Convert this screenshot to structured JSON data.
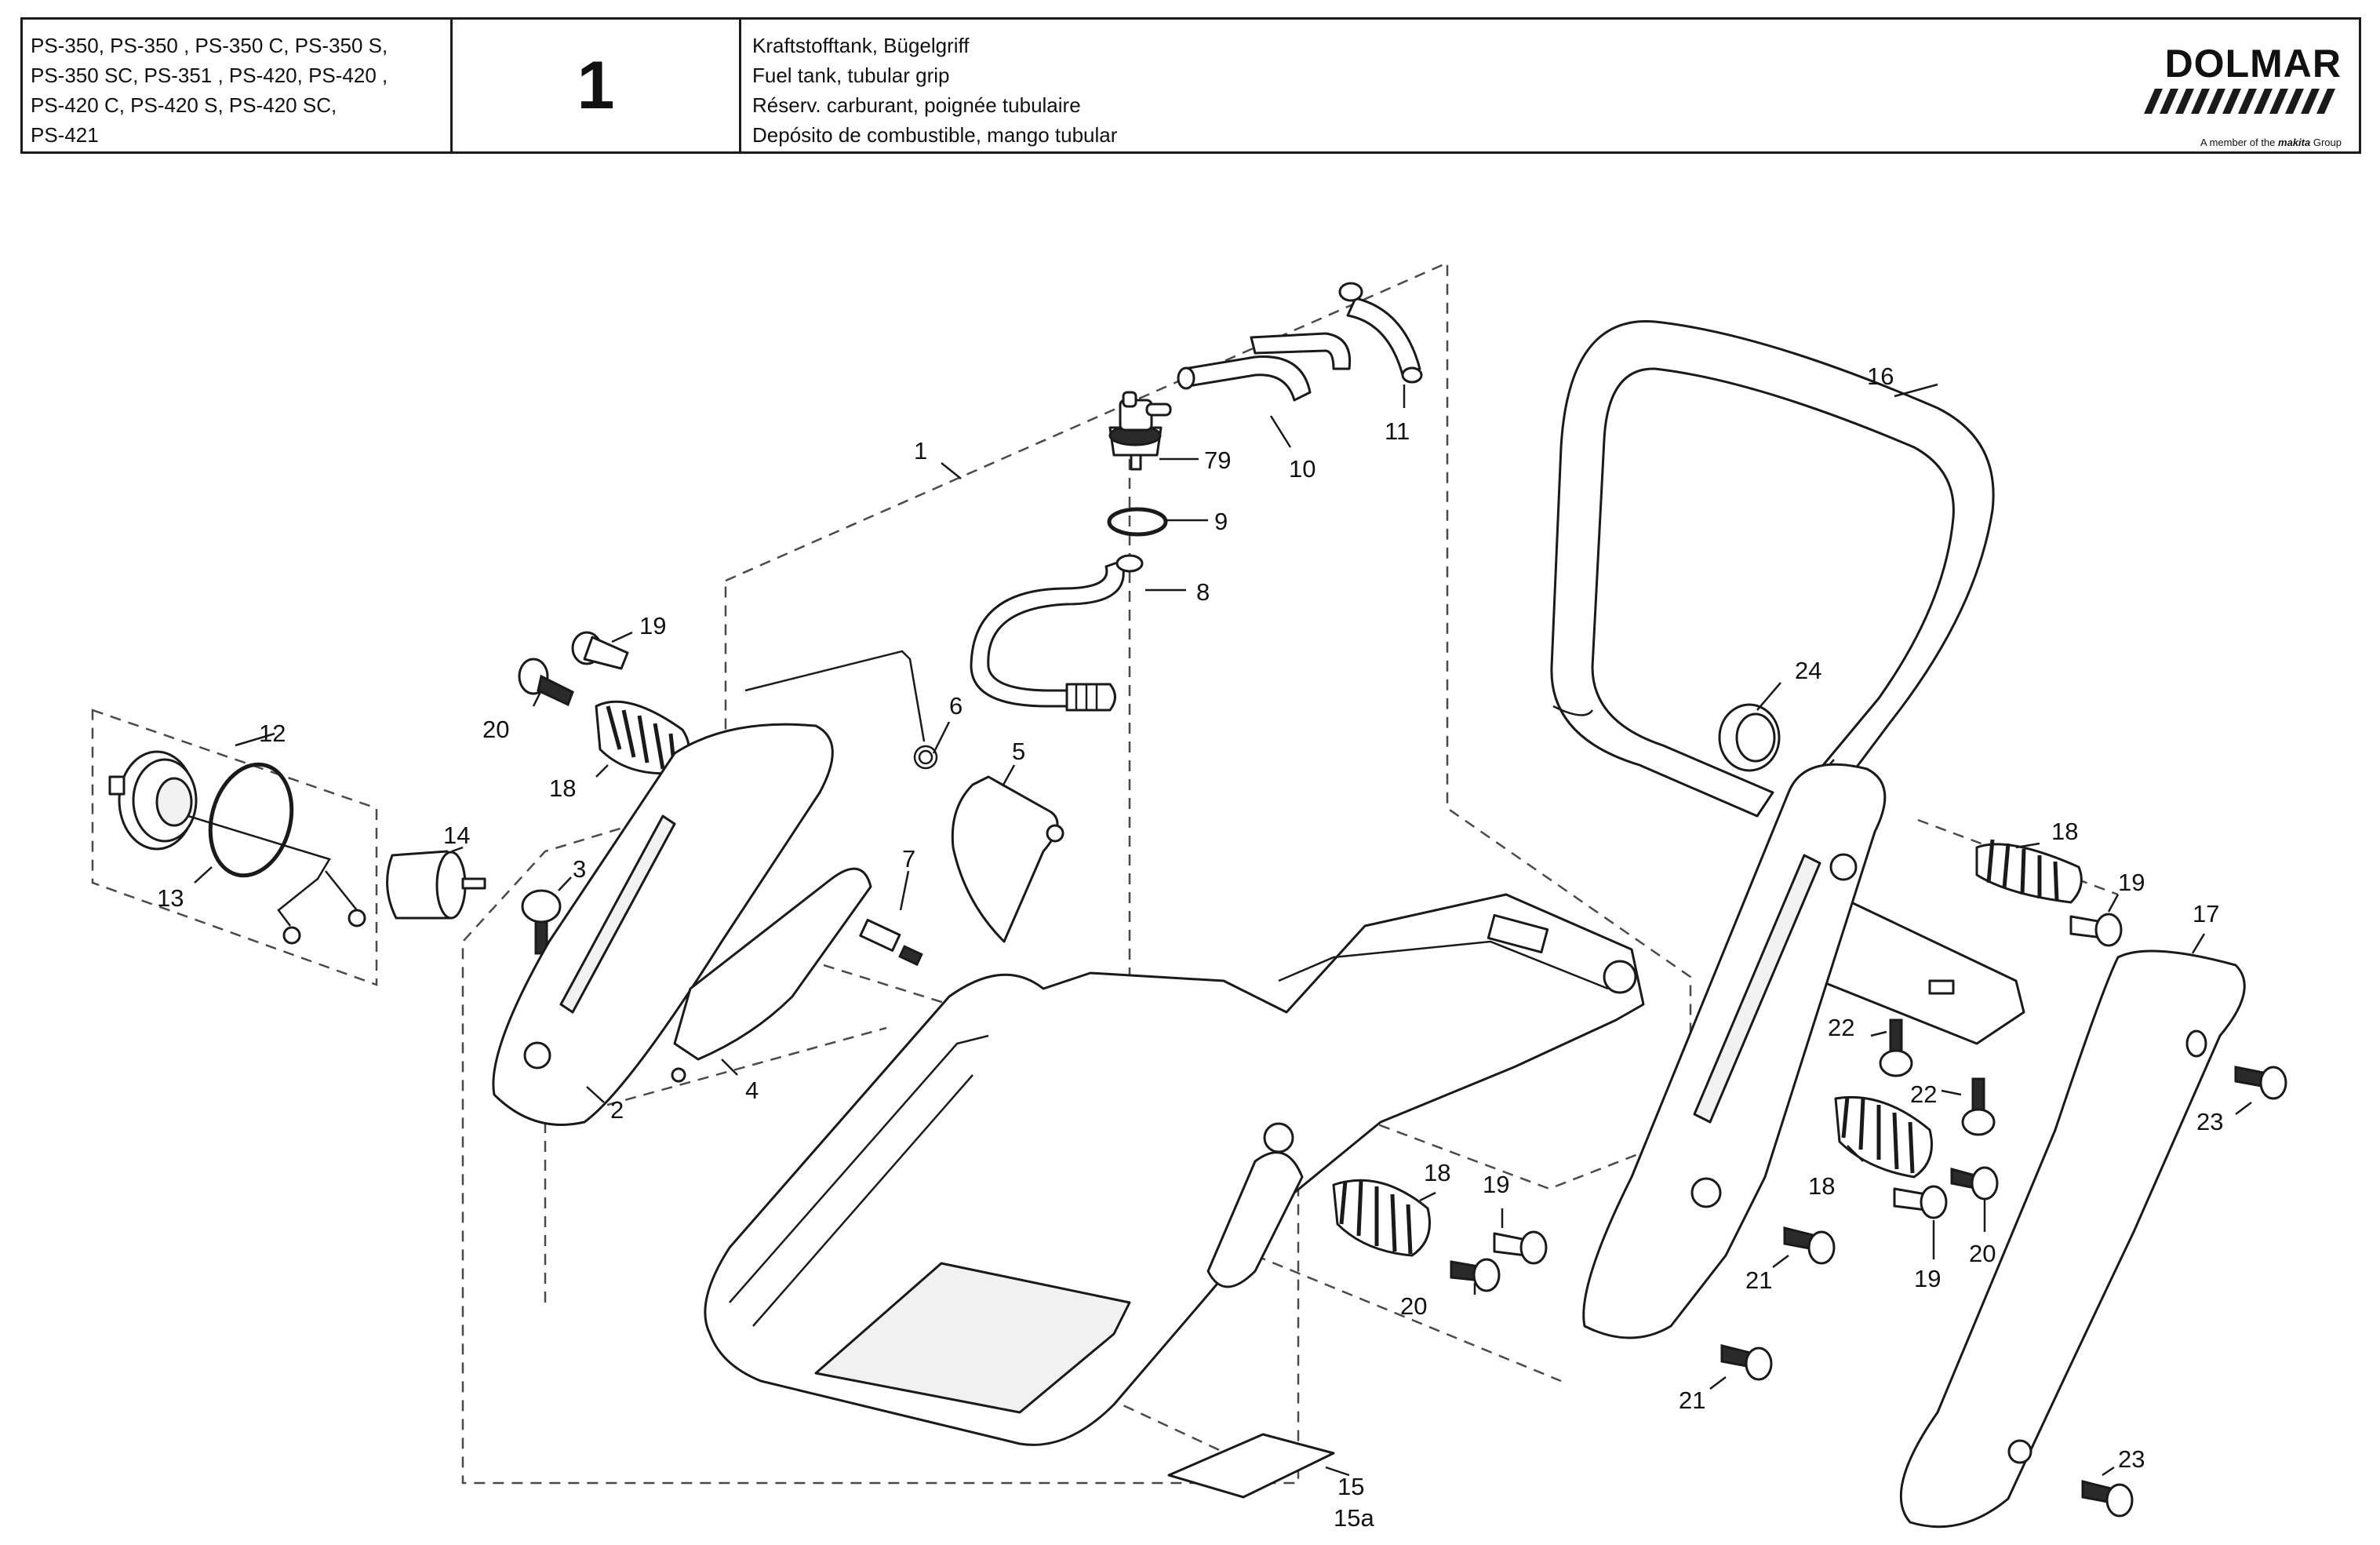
{
  "header": {
    "models": [
      "PS-350, PS-350 , PS-350 C, PS-350 S,",
      "PS-350 SC, PS-351 , PS-420, PS-420 ,",
      "PS-420 C, PS-420 S, PS-420 SC,",
      "PS-421"
    ],
    "group_number": "1",
    "titles": [
      "Kraftstofftank, Bügelgriff",
      "Fuel tank, tubular grip",
      "Réserv. carburant, poignée tubulaire",
      "Depósito de combustible, mango tubular"
    ],
    "logo": {
      "brand": "DOLMAR",
      "tagline_prefix": "A member of the",
      "tagline_brand": "makita",
      "tagline_suffix": "Group"
    }
  },
  "callouts": {
    "c1": "1",
    "c79": "79",
    "c10": "10",
    "c11": "11",
    "c9": "9",
    "c8": "8",
    "c16": "16",
    "c24": "24",
    "c19a": "19",
    "c20a": "20",
    "c18a": "18",
    "c12": "12",
    "c13": "13",
    "c14": "14",
    "c3": "3",
    "c6": "6",
    "c5": "5",
    "c7": "7",
    "c2": "2",
    "c4": "4",
    "c18b": "18",
    "c19b": "19",
    "c17": "17",
    "c22a": "22",
    "c22b": "22",
    "c23a": "23",
    "c18c": "18",
    "c18d": "18",
    "c19c": "19",
    "c19d": "19",
    "c20b": "20",
    "c20c": "20",
    "c21a": "21",
    "c21b": "21",
    "c15": "15",
    "c15a": "15a",
    "c23b": "23"
  }
}
